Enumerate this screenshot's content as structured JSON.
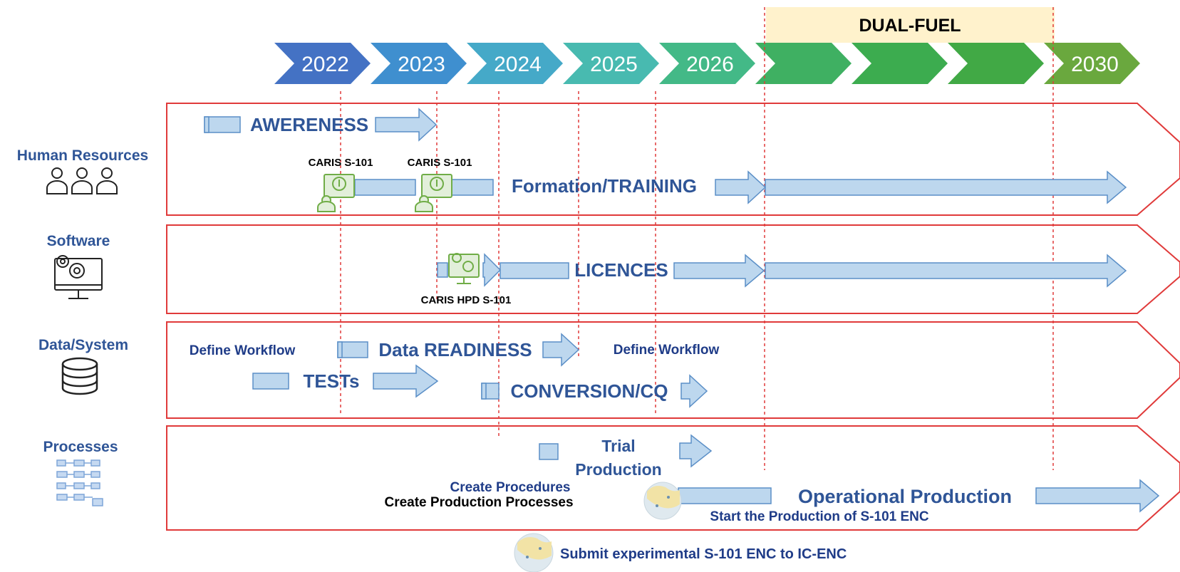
{
  "banner": {
    "label": "DUAL-FUEL"
  },
  "timeline": {
    "years": [
      "2022",
      "2023",
      "2024",
      "2025",
      "2026",
      "",
      "",
      "",
      "2030"
    ],
    "colors": [
      "#4472c4",
      "#3f8fcf",
      "#45a9c8",
      "#48bab0",
      "#43b987",
      "#3fb062",
      "#3cac4f",
      "#41a945",
      "#6aa83e"
    ]
  },
  "categories": [
    {
      "label": "Human Resources",
      "icon": "people-icon"
    },
    {
      "label": "Software",
      "icon": "computer-gears-icon"
    },
    {
      "label": "Data/System",
      "icon": "database-icon"
    },
    {
      "label": "Processes",
      "icon": "process-flow-icon"
    }
  ],
  "activities": {
    "awareness": "AWERENESS",
    "caris_1": "CARIS S-101",
    "caris_2": "CARIS S-101",
    "training": "Formation/TRAINING",
    "licences": "LICENCES",
    "caris_hpd": "CARIS HPD S-101",
    "define_workflow_1": "Define Workflow",
    "data_readiness": "Data READINESS",
    "define_workflow_2": "Define Workflow",
    "tests": "TESTs",
    "conversion": "CONVERSION/CQ",
    "trial_1": "Trial",
    "trial_2": "Production",
    "create_procedures": "Create Procedures",
    "create_processes": "Create Production Processes",
    "operational": "Operational Production",
    "start_production": "Start the Production of S-101 ENC",
    "submit": "Submit experimental S-101 ENC to IC-ENC"
  },
  "colors": {
    "title_blue": "#2f5597",
    "dark_navy": "#1f3c88",
    "frame_red": "#e03a3a",
    "arrow_fill": "#bdd7ee",
    "arrow_stroke": "#5b8fc7",
    "banner_fill": "#fff2cc",
    "icon_green": "#70ad47"
  }
}
